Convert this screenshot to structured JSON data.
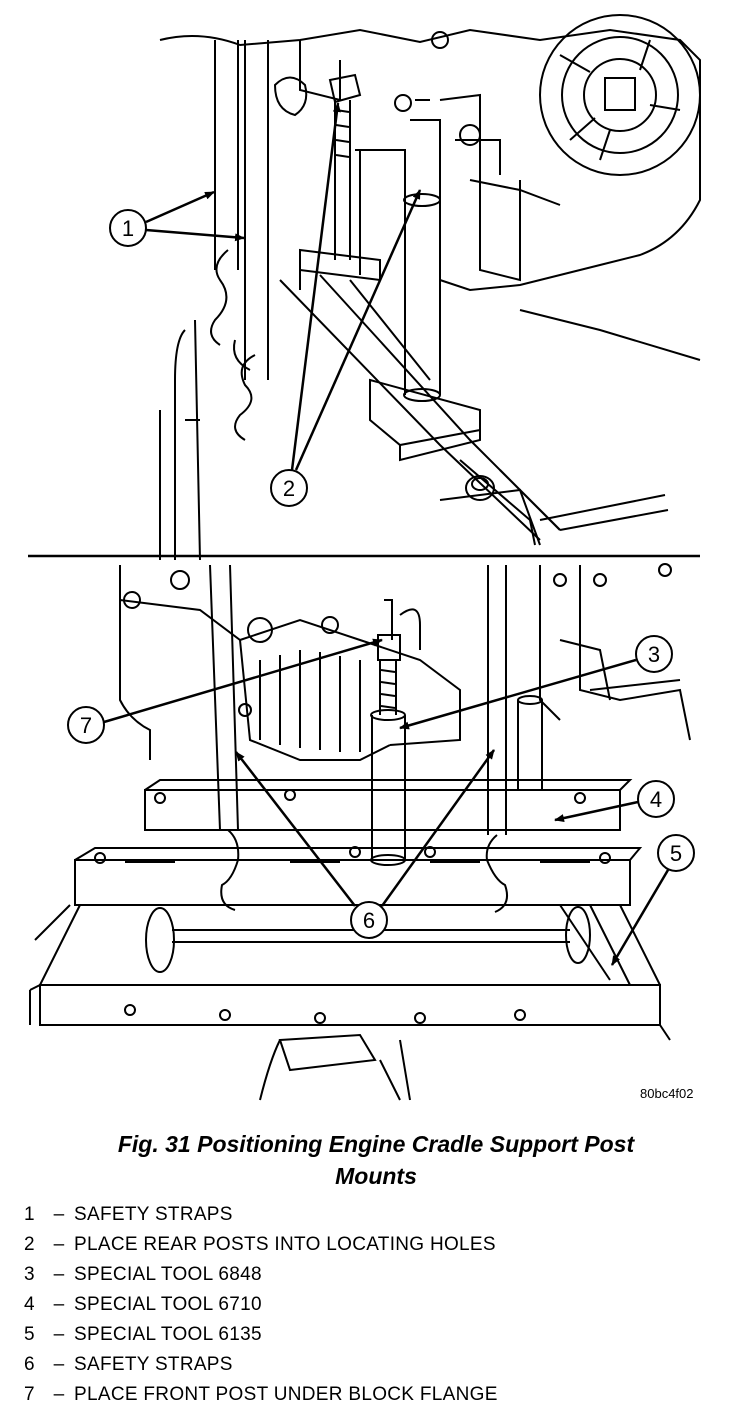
{
  "figure": {
    "code": "80bc4f02",
    "caption_line1": "Fig. 31 Positioning Engine Cradle Support Post",
    "caption_line2": "Mounts"
  },
  "callouts": [
    "1",
    "2",
    "3",
    "4",
    "5",
    "6",
    "7"
  ],
  "legend": [
    {
      "num": "1",
      "text": "SAFETY STRAPS"
    },
    {
      "num": "2",
      "text": "PLACE REAR POSTS INTO LOCATING HOLES"
    },
    {
      "num": "3",
      "text": "SPECIAL TOOL 6848"
    },
    {
      "num": "4",
      "text": "SPECIAL TOOL 6710"
    },
    {
      "num": "5",
      "text": "SPECIAL TOOL 6135"
    },
    {
      "num": "6",
      "text": "SAFETY STRAPS"
    },
    {
      "num": "7",
      "text": "PLACE FRONT POST UNDER BLOCK FLANGE"
    }
  ],
  "legend_separator": "–"
}
